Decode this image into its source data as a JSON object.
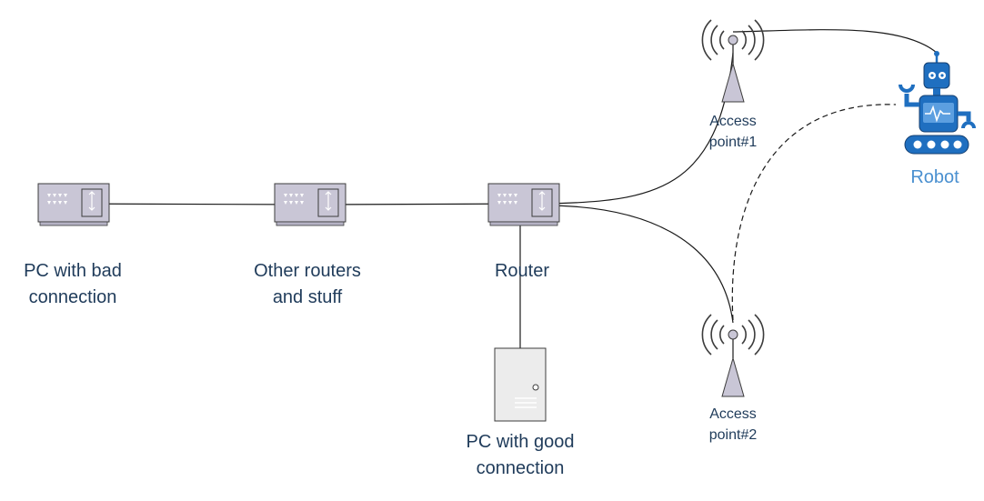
{
  "labels": {
    "pc_bad": [
      "PC with bad",
      "connection"
    ],
    "other_routers": [
      "Other routers",
      "and stuff"
    ],
    "router": [
      "Router"
    ],
    "pc_good": [
      "PC with good",
      "connection"
    ],
    "ap1": [
      "Access",
      "point#1"
    ],
    "ap2": [
      "Access",
      "point#2"
    ],
    "robot": [
      "Robot"
    ]
  },
  "colors": {
    "device_fill": "#c9c6d6",
    "device_stroke": "#3c3c3c",
    "robot_blue": "#1f6fc0",
    "label_text": "#1f3b5a",
    "robot_label": "#4a90d0"
  },
  "icons": {
    "switch": "network-switch-icon",
    "server": "server-tower-icon",
    "antenna": "wireless-access-point-icon",
    "robot": "robot-icon"
  },
  "connections": [
    {
      "from": "PC with bad connection",
      "to": "Other routers and stuff",
      "style": "solid"
    },
    {
      "from": "Other routers and stuff",
      "to": "Router",
      "style": "solid"
    },
    {
      "from": "Router",
      "to": "PC with good connection",
      "style": "solid"
    },
    {
      "from": "Router",
      "to": "Access point#1",
      "style": "solid"
    },
    {
      "from": "Router",
      "to": "Access point#2",
      "style": "solid"
    },
    {
      "from": "Access point#1",
      "to": "Robot",
      "style": "solid"
    },
    {
      "from": "Access point#2",
      "to": "Robot",
      "style": "dashed"
    }
  ]
}
